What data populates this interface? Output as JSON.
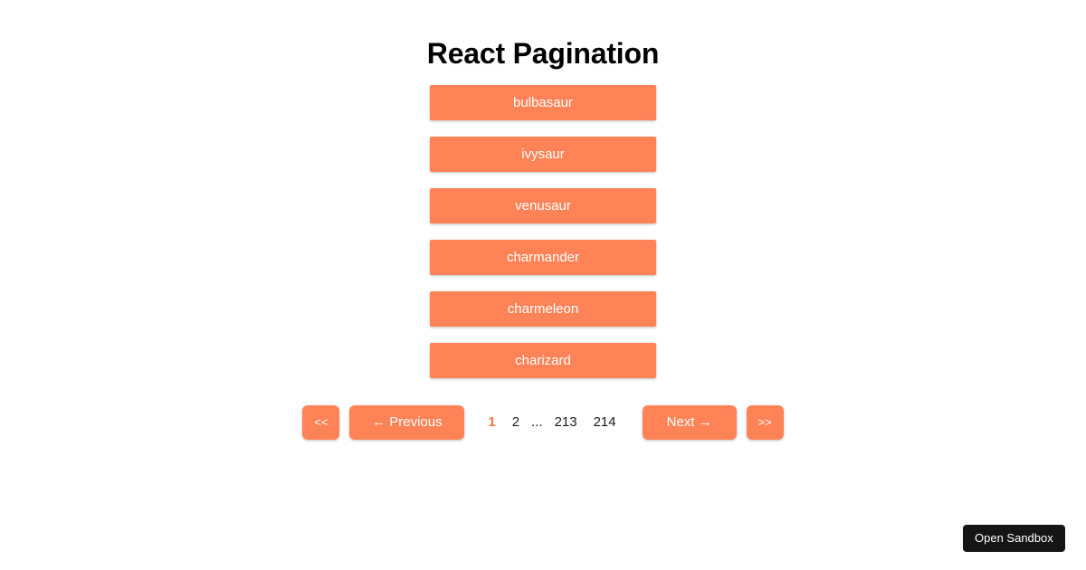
{
  "page": {
    "title": "React Pagination",
    "background_color": "#ffffff",
    "accent_color": "#ff8356",
    "active_page_color": "#ff7043",
    "item_text_color": "#ffffff"
  },
  "list": {
    "items": [
      {
        "label": "bulbasaur"
      },
      {
        "label": "ivysaur"
      },
      {
        "label": "venusaur"
      },
      {
        "label": "charmander"
      },
      {
        "label": "charmeleon"
      },
      {
        "label": "charizard"
      }
    ]
  },
  "pagination": {
    "first_label": "<<",
    "previous_label": "← Previous",
    "next_label": "Next →",
    "last_label": ">>",
    "current_page": "1",
    "pages": [
      {
        "label": "1",
        "active": true
      },
      {
        "label": "2",
        "active": false
      },
      {
        "label": "...",
        "active": false
      },
      {
        "label": "213",
        "active": false
      },
      {
        "label": "214",
        "active": false
      }
    ]
  },
  "footer": {
    "open_sandbox_label": "Open Sandbox"
  }
}
